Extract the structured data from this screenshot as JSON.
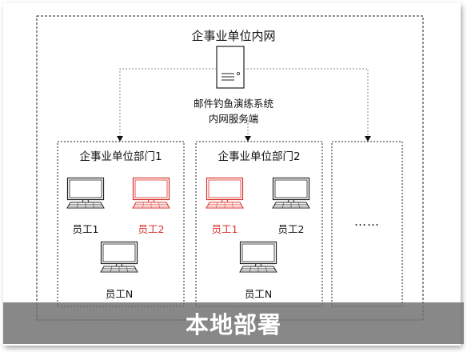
{
  "title": "企事业单位内网",
  "server": {
    "label_line1": "邮件钓鱼演练系统",
    "label_line2": "内网服务端"
  },
  "departments": [
    {
      "name": "企事业单位部门1",
      "employees": [
        {
          "name": "员工1",
          "highlighted": false
        },
        {
          "name": "员工2",
          "highlighted": true
        },
        {
          "name": "员工N",
          "highlighted": false
        }
      ]
    },
    {
      "name": "企事业单位部门2",
      "employees": [
        {
          "name": "员工1",
          "highlighted": true
        },
        {
          "name": "员工2",
          "highlighted": false
        },
        {
          "name": "员工N",
          "highlighted": false
        }
      ]
    }
  ],
  "more_departments_label": "……",
  "banner": "本地部署",
  "colors": {
    "normal": "#111111",
    "highlight": "#d9302a",
    "banner_bg": "#6e6e6e",
    "banner_text": "#ffffff"
  }
}
